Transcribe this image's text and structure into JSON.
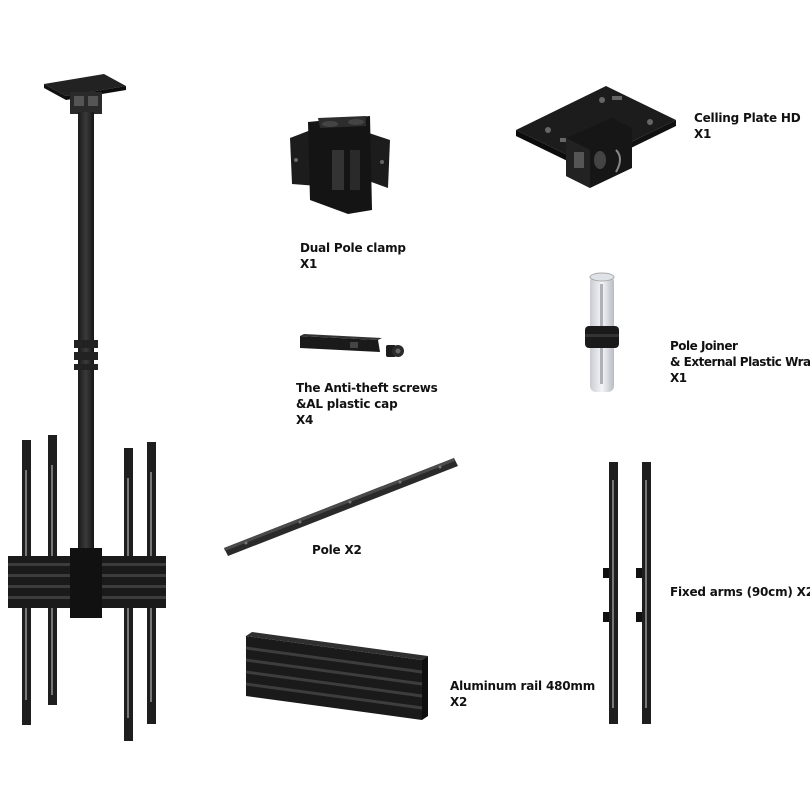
{
  "parts": {
    "dual_pole_clamp": {
      "name": "Dual Pole clamp",
      "qty": "X1"
    },
    "ceiling_plate": {
      "name": "Celling Plate HD",
      "qty": "X1"
    },
    "pole_joiner": {
      "line1": "Pole Joiner",
      "line2": "& External Plastic Wrap",
      "qty": "X1"
    },
    "anti_theft": {
      "line1": "The Anti-theft screws",
      "line2": "&AL plastic cap",
      "qty": "X4"
    },
    "pole": {
      "name": "Pole X2"
    },
    "fixed_arms": {
      "name": "Fixed arms (90cm) X2"
    },
    "aluminum_rail": {
      "name": "Aluminum rail 480mm",
      "qty": "X2"
    }
  }
}
